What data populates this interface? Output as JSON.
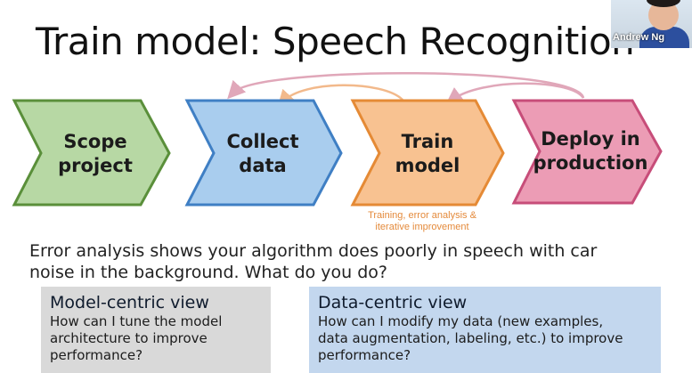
{
  "slide": {
    "title": "Train model: Speech Recognition",
    "presenter_name": "Andrew Ng",
    "steps": [
      {
        "label_line1": "Scope",
        "label_line2": "project",
        "fill": "#b7d8a4",
        "stroke": "#5a8f3a"
      },
      {
        "label_line1": "Collect",
        "label_line2": "data",
        "fill": "#a9cdee",
        "stroke": "#3f7fc4"
      },
      {
        "label_line1": "Train",
        "label_line2": "model",
        "fill": "#f8c291",
        "stroke": "#e58a35"
      },
      {
        "label_line1": "Deploy in",
        "label_line2": "production",
        "fill": "#ec9cb5",
        "stroke": "#c74d79"
      }
    ],
    "train_caption_line1": "Training, error analysis &",
    "train_caption_line2": "iterative improvement",
    "question_line1": "Error analysis shows your algorithm does poorly in speech with car",
    "question_line2": "noise in the background. What do you do?",
    "model_centric": {
      "heading": "Model-centric view",
      "line1": "How can I tune the model",
      "line2": "architecture to improve",
      "line3": "performance?"
    },
    "data_centric": {
      "heading": "Data-centric view",
      "line1": "How can I modify my data (new examples,",
      "line2": "data augmentation, labeling, etc.) to improve",
      "line3": "performance?"
    },
    "colors": {
      "arrow_loop": "#e0a7b9",
      "arrow_loop_train": "#f2b98b",
      "caption": "#e48a3b"
    }
  }
}
